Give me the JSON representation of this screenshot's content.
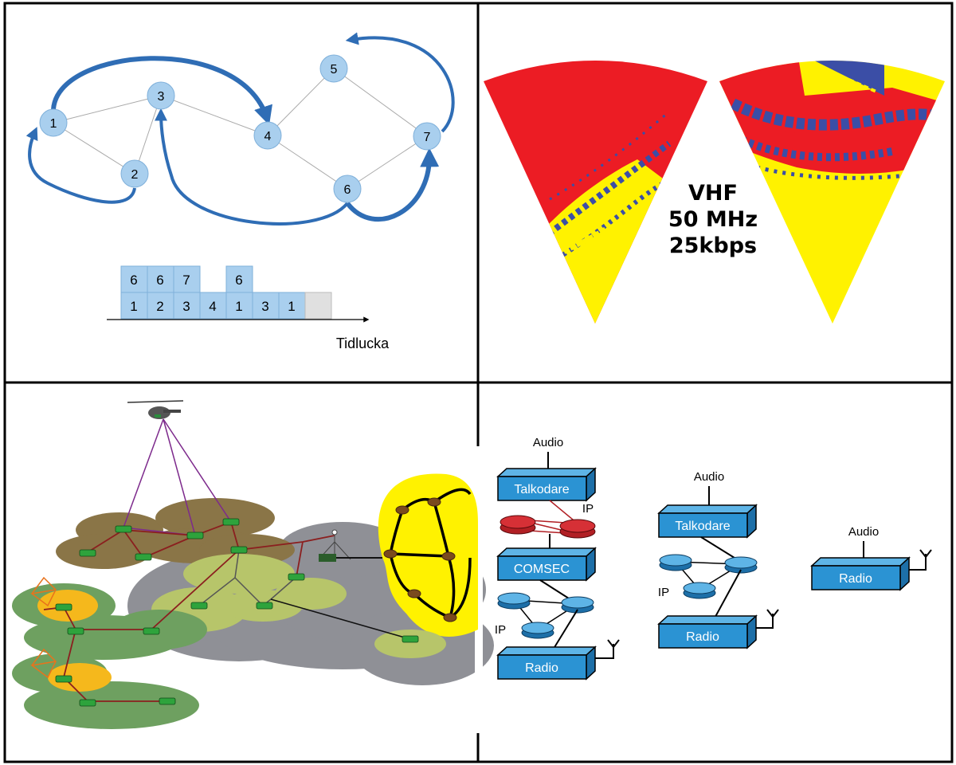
{
  "panel1": {
    "nodes": [
      "1",
      "2",
      "3",
      "4",
      "5",
      "6",
      "7"
    ],
    "slots_top": [
      "6",
      "6",
      "7",
      "",
      "6",
      "",
      "",
      ""
    ],
    "slots_bottom": [
      "1",
      "2",
      "3",
      "4",
      "1",
      "3",
      "1",
      ""
    ],
    "axis_label": "Tidlucka"
  },
  "panel2": {
    "band": "VHF",
    "frequency": "50 MHz",
    "rate": "25kbps",
    "colors": {
      "red": "#ec1c24",
      "yellow": "#fff200",
      "blue": "#3b4ea6"
    }
  },
  "panel3": {
    "icons": [
      "helicopter-icon",
      "tank-icon",
      "soldier-icon",
      "router-icon",
      "vehicle-icon"
    ]
  },
  "panel4": {
    "stack_a": {
      "audio": "Audio",
      "talk": "Talkodare",
      "ip_top": "IP",
      "comsec": "COMSEC",
      "ip_bottom": "IP",
      "radio": "Radio"
    },
    "stack_b": {
      "audio": "Audio",
      "talk": "Talkodare",
      "ip": "IP",
      "radio": "Radio"
    },
    "stack_c": {
      "audio": "Audio",
      "radio": "Radio"
    },
    "colors": {
      "box": "#2b93d3",
      "router_blue": "#2b93d3",
      "router_red": "#b11f24"
    }
  }
}
